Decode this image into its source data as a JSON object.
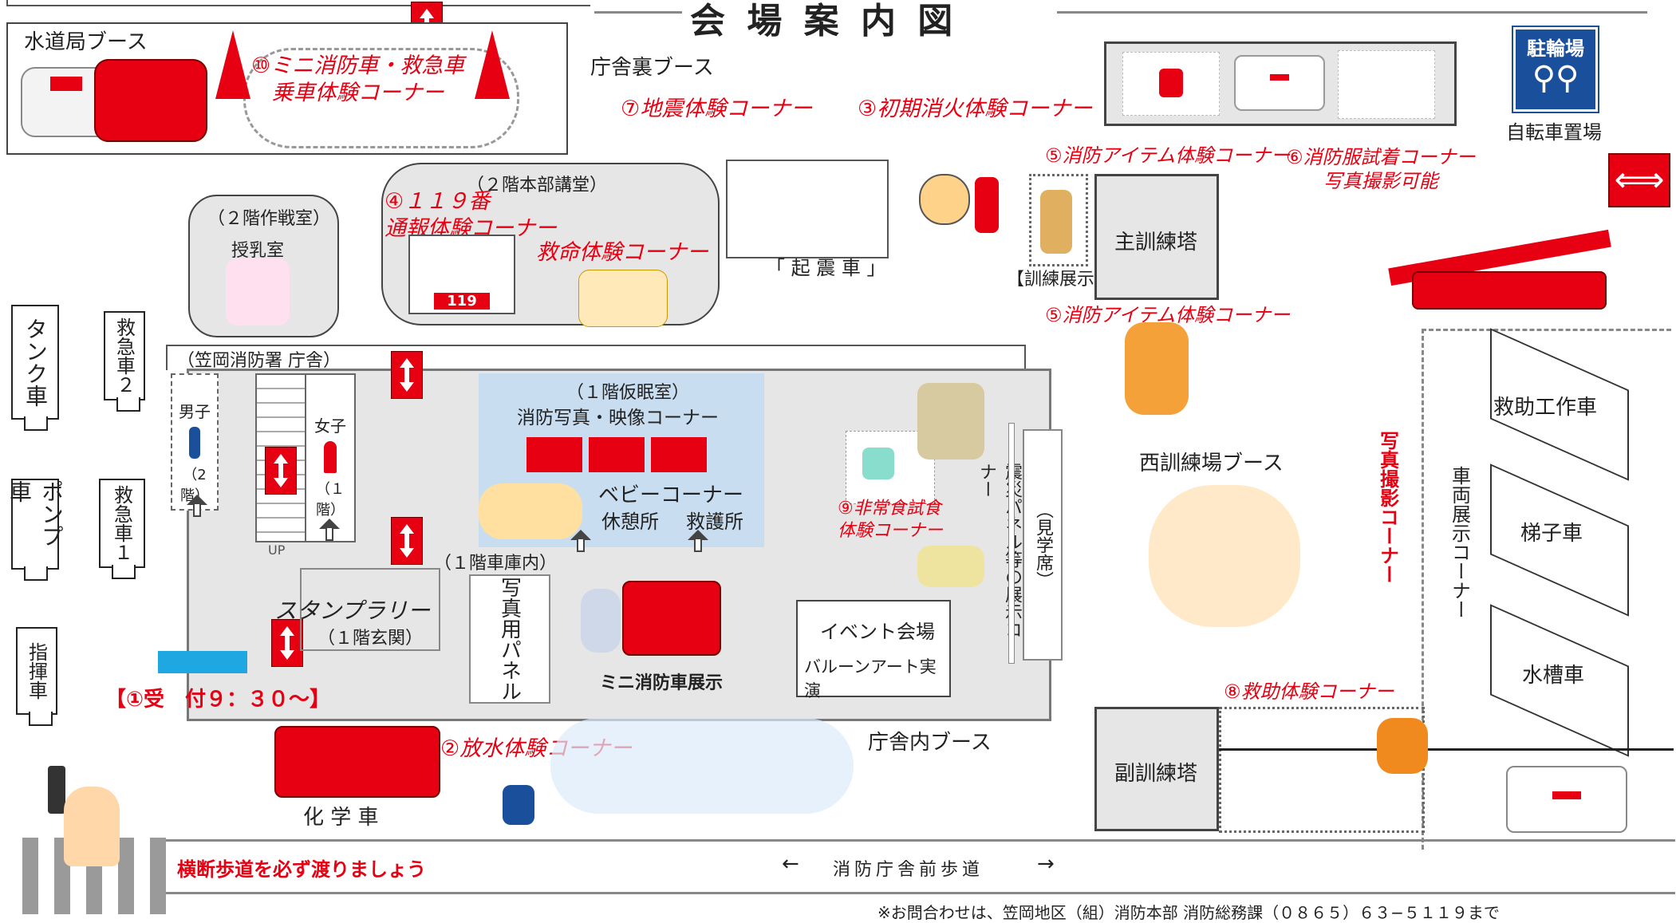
{
  "title": "会 場 案 内 図",
  "booths": {
    "water_bureau": "水道局ブース",
    "back_building": "庁舎裏ブース",
    "inside_building": "庁舎内ブース",
    "west_training": "西訓練場ブース"
  },
  "corners": {
    "c10": "⑩ミニ消防車・救急車",
    "c10b": "乗車体験コーナー",
    "c7": "⑦地震体験コーナー",
    "c3": "③初期消火体験コーナー",
    "c5a": "⑤消防アイテム体験コーナー",
    "c5b": "⑤消防アイテム体験コーナー",
    "c6": "⑥消防服試着コーナー",
    "c6b": "写真撮影可能",
    "c4": "④１１９番",
    "c4b": "通報体験コーナー",
    "rescue_life": "救命体験コーナー",
    "c9": "⑨非常食試食",
    "c9b": "体験コーナー",
    "c8": "⑧救助体験コーナー",
    "c2": "②放水体験コーナー",
    "c1": "【①受　付９：３０～】",
    "photo": "写真撮影コーナー"
  },
  "rooms": {
    "lecture_hall": "（２階本部講堂）",
    "operations_room": "（２階作戦室）",
    "nursing_room": "授乳室",
    "station_building": "（笠岡消防署 庁舎）",
    "nap_room": "（１階仮眠室）",
    "photo_video": "消防写真・映像コーナー",
    "baby_corner": "ベビーコーナー",
    "rest": "休憩所",
    "first_aid": "救護所",
    "garage": "（１階車庫内）",
    "photo_panel": "写真用パネル",
    "mini_truck": "ミニ消防車展示",
    "event_hall": "イベント会場",
    "balloon": "バルーンアート実演",
    "disaster_panel": "震災パネル等の展示コーナー",
    "observation": "（見学席）",
    "stamp_rally": "スタンプラリー",
    "entrance": "（１階玄関）",
    "men": "男子",
    "men_floor": "（2階）",
    "women": "女子",
    "women_floor": "（１階）",
    "up": "UP",
    "quake_car": "「 起 震 車 」",
    "main_tower": "主訓練塔",
    "training_display": "【訓練展示】",
    "sub_tower": "副訓練塔",
    "vehicle_display": "車両展示コーナー",
    "bike_parking": "自転車置場",
    "bike_sign": "駐輪場",
    "chemical_truck": "化 学 車",
    "sign_119": "119"
  },
  "vehicles": {
    "tank": "タンク車",
    "pump": "ポンプ車",
    "command": "指揮車",
    "amb2": "救急車２",
    "amb1": "救急車１",
    "rescue": "救助工作車",
    "ladder": "梯子車",
    "water_tank": "水槽車"
  },
  "footer": {
    "crosswalk": "横断歩道を必ず渡りましょう",
    "sidewalk": "消防庁舎前歩道",
    "arrow_left": "←",
    "arrow_right": "→",
    "contact": "※お問合わせは、笠岡地区（組）消防本部 消防総務課（０８６５）６３−５１１９まで"
  },
  "colors": {
    "accent_red": "#e60012",
    "nap_room_blue": "#c9ddf0",
    "building_gray": "#e6e6e6",
    "sign_blue": "#1a4f9c"
  }
}
